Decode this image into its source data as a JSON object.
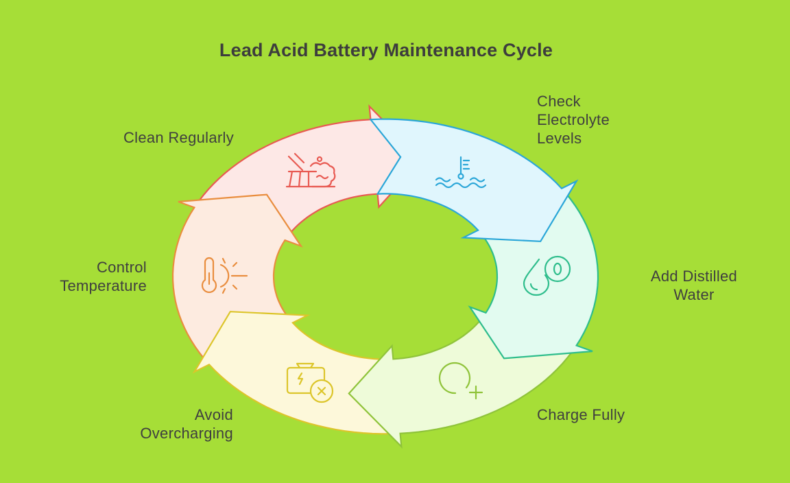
{
  "title": "Lead Acid Battery Maintenance Cycle",
  "steps": [
    {
      "lines": [
        "Check",
        "Electrolyte",
        "Levels"
      ],
      "icon": "thermometer-water-icon",
      "color": "#2aa6d8",
      "fill": "#e0f6fd"
    },
    {
      "lines": [
        "Add Distilled",
        "Water"
      ],
      "icon": "water-drop-icon",
      "color": "#2ebd8c",
      "fill": "#e2fbf0"
    },
    {
      "lines": [
        "Charge Fully"
      ],
      "icon": "charge-plus-icon",
      "color": "#8fc33a",
      "fill": "#eefbd9"
    },
    {
      "lines": [
        "Avoid",
        "Overcharging"
      ],
      "icon": "battery-cancel-icon",
      "color": "#dcc52a",
      "fill": "#fdf8da"
    },
    {
      "lines": [
        "Control",
        "Temperature"
      ],
      "icon": "thermometer-sun-icon",
      "color": "#e98d3e",
      "fill": "#fdebe0"
    },
    {
      "lines": [
        "Clean Regularly"
      ],
      "icon": "cleaning-brush-icon",
      "color": "#e85a52",
      "fill": "#fde8e6"
    }
  ]
}
